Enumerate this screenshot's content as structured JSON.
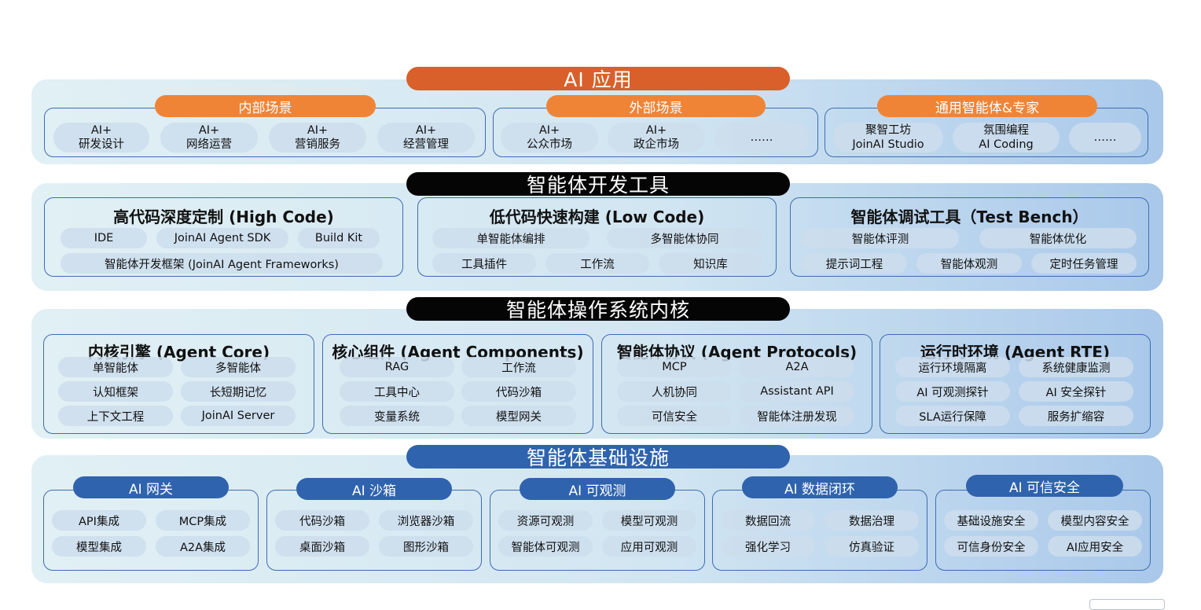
{
  "layers": {
    "app": {
      "banner": "AI 应用",
      "groups": [
        {
          "subtitle": "内部场景",
          "items": [
            [
              "AI+",
              "研发设计"
            ],
            [
              "AI+",
              "网络运营"
            ],
            [
              "AI+",
              "营销服务"
            ],
            [
              "AI+",
              "经营管理"
            ]
          ]
        },
        {
          "subtitle": "外部场景",
          "items": [
            [
              "AI+",
              "公众市场"
            ],
            [
              "AI+",
              "政企市场"
            ],
            [
              "……",
              ""
            ]
          ]
        },
        {
          "subtitle": "通用智能体&专家",
          "items": [
            [
              "聚智工坊",
              "JoinAI Studio"
            ],
            [
              "氛围编程",
              "AI Coding"
            ],
            [
              "……",
              ""
            ]
          ]
        }
      ]
    },
    "tools": {
      "banner": "智能体开发工具",
      "groups": [
        {
          "title": "高代码深度定制 (High Code)",
          "items": [
            "IDE",
            "JoinAI Agent SDK",
            "Build Kit",
            "智能体开发框架 (JoinAI Agent Frameworks)"
          ]
        },
        {
          "title": "低代码快速构建 (Low Code)",
          "items": [
            "单智能体编排",
            "多智能体协同",
            "工具插件",
            "工作流",
            "知识库"
          ]
        },
        {
          "title": "智能体调试工具（Test Bench）",
          "items": [
            "智能体评测",
            "智能体优化",
            "提示词工程",
            "智能体观测",
            "定时任务管理"
          ]
        }
      ]
    },
    "kernel": {
      "banner": "智能体操作系统内核",
      "groups": [
        {
          "title": "内核引擎 (Agent Core)",
          "items": [
            "单智能体",
            "多智能体",
            "认知框架",
            "长短期记忆",
            "上下文工程",
            "JoinAI Server"
          ]
        },
        {
          "title": "核心组件 (Agent Components)",
          "items": [
            "RAG",
            "工作流",
            "工具中心",
            "代码沙箱",
            "变量系统",
            "模型网关"
          ]
        },
        {
          "title": "智能体协议 (Agent Protocols)",
          "items": [
            "MCP",
            "A2A",
            "人机协同",
            "Assistant API",
            "可信安全",
            "智能体注册发现"
          ]
        },
        {
          "title": "运行时环境 (Agent RTE)",
          "items": [
            "运行环境隔离",
            "系统健康监测",
            "AI 可观测探针",
            "AI 安全探针",
            "SLA运行保障",
            "服务扩缩容"
          ]
        }
      ]
    },
    "infra": {
      "banner": "智能体基础设施",
      "groups": [
        {
          "subtitle": "AI 网关",
          "items": [
            "API集成",
            "MCP集成",
            "模型集成",
            "A2A集成"
          ]
        },
        {
          "subtitle": "AI 沙箱",
          "items": [
            "代码沙箱",
            "浏览器沙箱",
            "桌面沙箱",
            "图形沙箱"
          ]
        },
        {
          "subtitle": "AI 可观测",
          "items": [
            "资源可观测",
            "模型可观测",
            "智能体可观测",
            "应用可观测"
          ]
        },
        {
          "subtitle": "AI 数据闭环",
          "items": [
            "数据回流",
            "数据治理",
            "强化学习",
            "仿真验证"
          ]
        },
        {
          "subtitle": "AI 可信安全",
          "items": [
            "基础设施安全",
            "模型内容安全",
            "可信身份安全",
            "AI应用安全"
          ]
        }
      ]
    }
  },
  "colors": {
    "orange": "#d9602a",
    "light_orange": "#f08436",
    "black": "#050505",
    "blue": "#2f63ad",
    "border": "#3e6cb3"
  }
}
